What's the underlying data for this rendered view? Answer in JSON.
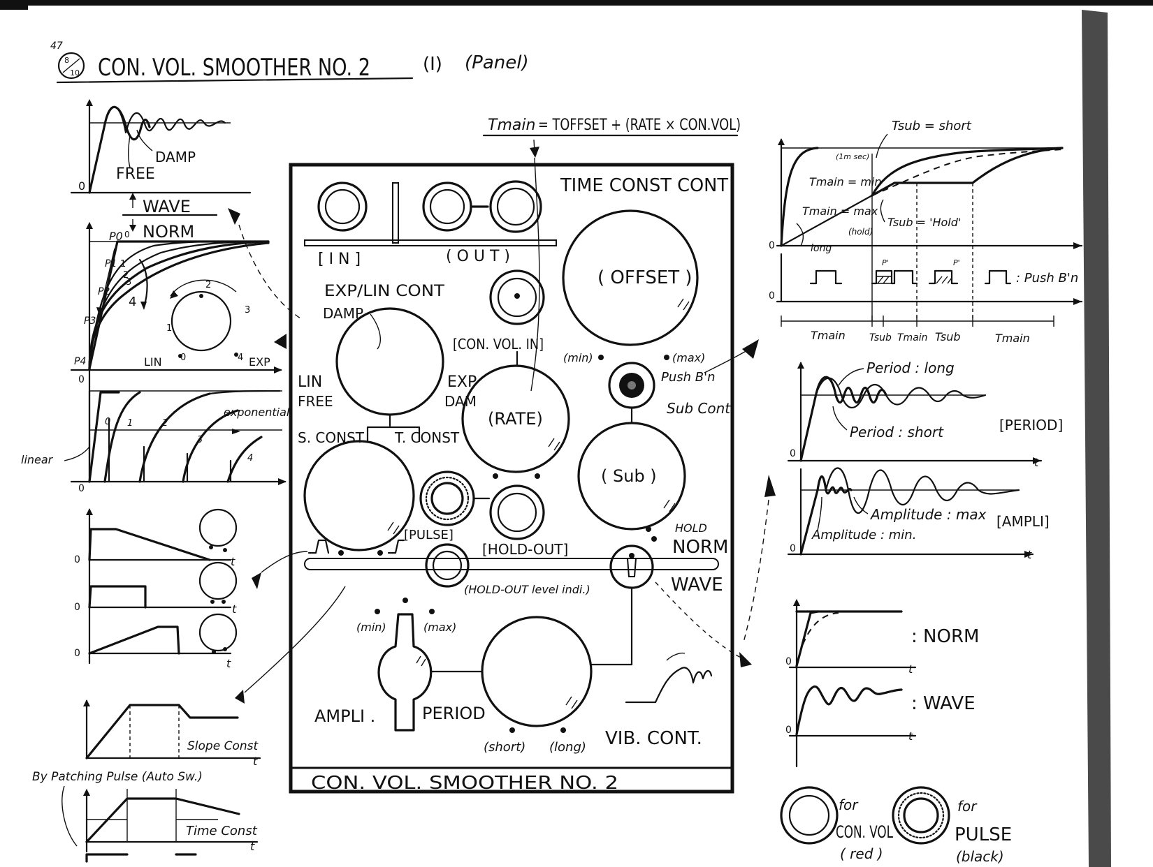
{
  "header": {
    "page_number": "47",
    "fraction_top": "8",
    "fraction_bottom": "10",
    "title": "CON. VOL. SMOOTHER NO. 2",
    "part": "(I)",
    "panel_note": "(Panel)"
  },
  "formula": {
    "lhs": "Tmain",
    "rhs": "= TOFFSET + (RATE × CON.VOL)"
  },
  "panel": {
    "title": "TIME CONST CONT",
    "in_label": "[ I N ]",
    "out_label": "( O U T )",
    "offset_label": "( OFFSET )",
    "rate_label": "(RATE)",
    "convol_in_label": "[CON. VOL. IN]",
    "exp_lin_label": "EXP/LIN CONT",
    "damp_label": "DAMP",
    "lin_label": "LIN",
    "free_label": "FREE",
    "exp_label": "EXP",
    "dam_label": "DAM",
    "sconst_label": "S. CONST",
    "tconst_label": "T. CONST",
    "pulse_label": "[PULSE]",
    "holdout_label": "[HOLD-OUT]",
    "holdout_indi_label": "(HOLD-OUT level indi.)",
    "min_label": "(min)",
    "max_label": "(max)",
    "push_label": "Push B'n",
    "sub_cont_label": "Sub Cont",
    "sub_label": "( Sub )",
    "hold_label": "HOLD",
    "norm_label": "NORM",
    "wave_label": "WAVE",
    "min2_label": "(min)",
    "max2_label": "(max)",
    "ampli_label": "AMPLI .",
    "period_label": "PERIOD",
    "short_label": "(short)",
    "long_label": "(long)",
    "vib_label": "VIB. CONT.",
    "footer": "CON. VOL.   SMOOTHER   NO. 2"
  },
  "left": {
    "damp": "DAMP",
    "free": "FREE",
    "zero": "0",
    "wave": "WAVE",
    "norm": "NORM",
    "p0": "P0",
    "p1": "P1",
    "p2": "P2",
    "p3": "P3",
    "p4": "P4",
    "zero_small": "0",
    "knob_nums": [
      "0",
      "1",
      "2",
      "3",
      "4"
    ],
    "lin": "LIN",
    "exp": "EXP",
    "curve_nums": [
      "0",
      "1",
      "2",
      "3",
      "4"
    ],
    "exponential": "exponential",
    "linear": "linear",
    "slope_const": "Slope Const",
    "by_patching": "By Patching Pulse (Auto Sw.)",
    "time_const": "Time Const",
    "x": "t"
  },
  "right": {
    "tsub_short": "Tsub = short",
    "lm_sec": "(1m sec)",
    "tmain_min": "Tmain = min",
    "tmain_max": "Tmain = max",
    "hold_note": "(hold)",
    "long": "long",
    "tsub_hold": "Tsub = 'Hold'",
    "p_mark": "P'",
    "push_bn": ": Push B'n",
    "timeline": [
      "Tmain",
      "Tsub",
      "Tmain",
      "Tsub",
      "Tmain"
    ],
    "period_long": "Period : long",
    "period_short": "Period : short",
    "period_tag": "[PERIOD]",
    "ampl_max": "Amplitude : max",
    "ampl_min": "Amplitude : min.",
    "ampli_tag": "[AMPLI]",
    "norm": ": NORM",
    "wave": ": WAVE",
    "for1": "for",
    "convol": "CON. VOL",
    "red": "( red )",
    "for2": "for",
    "pulse": "PULSE",
    "black": "(black)"
  }
}
